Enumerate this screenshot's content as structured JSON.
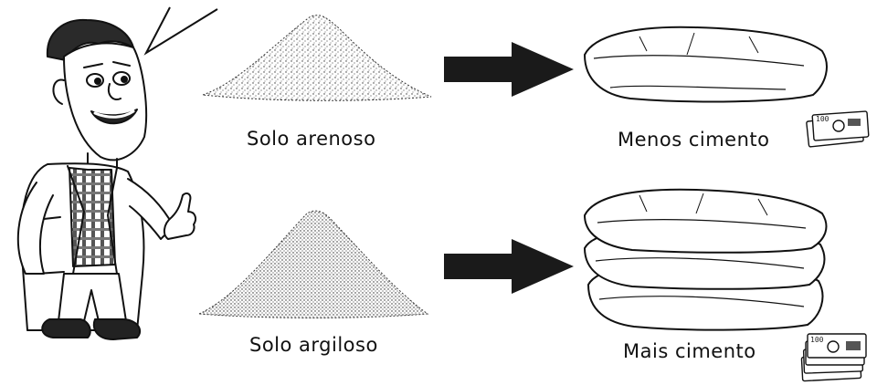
{
  "labels": {
    "sandy_soil": "Solo arenoso",
    "clay_soil": "Solo argiloso",
    "less_cement": "Menos cimento",
    "more_cement": "Mais cimento"
  },
  "money_note_value": "100",
  "icons": [
    "engineer-cartoon",
    "speech-bubble-tail",
    "sand-pile-icon",
    "clay-pile-icon",
    "arrow-right-icon",
    "cement-bag-icon",
    "money-stack-icon"
  ],
  "colors": {
    "ink": "#111111",
    "background": "#ffffff"
  }
}
